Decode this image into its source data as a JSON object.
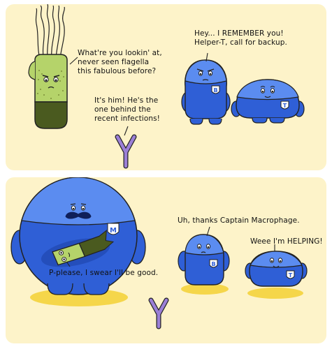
{
  "panels": [
    {
      "bacterium_speech": "What're you lookin' at,\nnever seen flagella\nthis fabulous before?",
      "antibody_speech": "It's him! He's the\none behind the\nrecent infections!",
      "bcell_speech": "Hey... I REMEMBER you!\nHelper-T, call for backup.",
      "bcell_badge": "B",
      "tcell_badge": "T"
    },
    {
      "macrophage_badge": "M",
      "bacterium_speech": "P-please, I swear I'll be good.",
      "bcell_speech": "Uh, thanks Captain Macrophage.",
      "tcell_speech": "Weee I'm HELPING!",
      "bcell_badge": "B",
      "tcell_badge": "T"
    }
  ],
  "colors": {
    "background": "#fdf3c9",
    "cell_blue": "#2f5fd6",
    "cell_light_blue": "#5b8cf0",
    "bacterium_green": "#b5d36a",
    "bacterium_dark": "#4a5a1f",
    "antibody_purple": "#9b7fd6",
    "shadow_yellow": "#f5d64a"
  }
}
